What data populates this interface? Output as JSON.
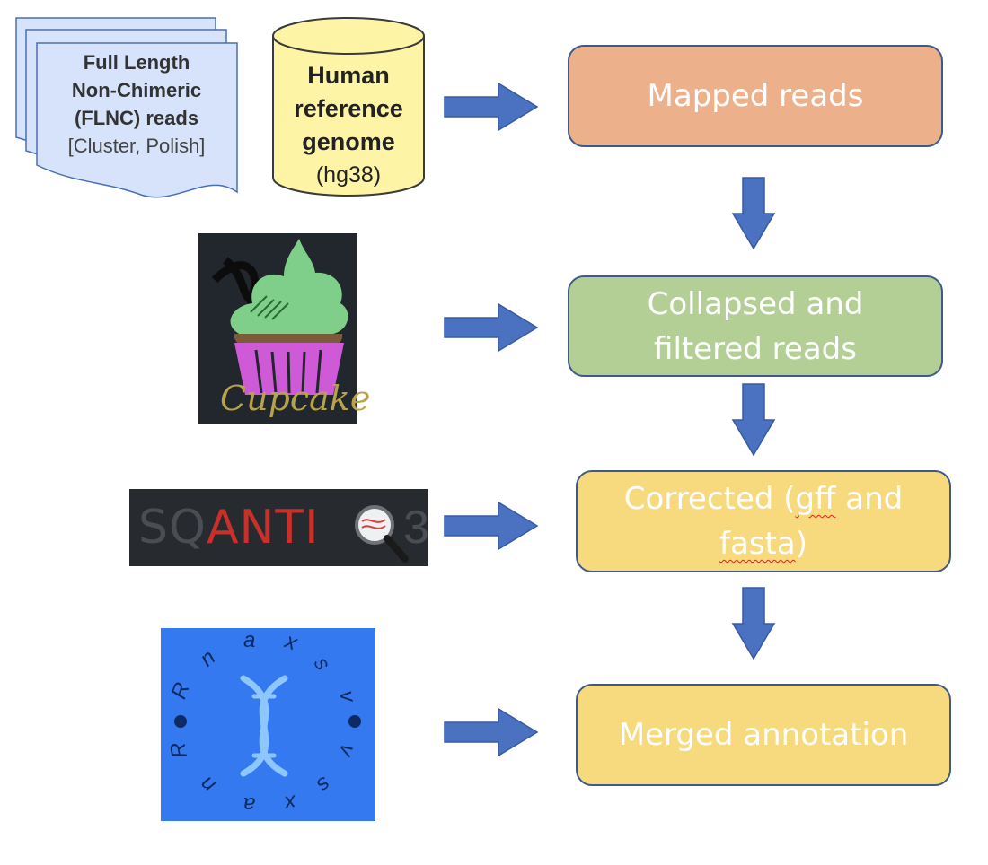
{
  "inputs": {
    "flnc": {
      "line1": "Full Length",
      "line2": "Non-Chimeric",
      "line3": "(FLNC) reads",
      "line4": "[Cluster, Polish]"
    },
    "reference": {
      "line1": "Human",
      "line2": "reference",
      "line3": "genome",
      "line4": "(hg38)"
    }
  },
  "steps": [
    {
      "lines": [
        "Mapped reads"
      ],
      "color": "#ecb08a"
    },
    {
      "lines": [
        "Collapsed and",
        "filtered reads"
      ],
      "color": "#b3cf95"
    },
    {
      "lines": [
        "Corrected (",
        "gff",
        " and",
        "fasta",
        ")"
      ],
      "color": "#f7da7e"
    },
    {
      "lines": [
        "Merged annotation"
      ],
      "color": "#f7da7e"
    }
  ],
  "logos": {
    "cupcake": {
      "text": "Cupcake"
    },
    "sqanti": {
      "text_a": "SQ",
      "text_b": "ANTI",
      "text_c": "3"
    },
    "rnaxs": {
      "letters": [
        "a",
        "x",
        "s",
        "v",
        "v",
        "s",
        "x",
        "a",
        "n",
        "R",
        "R",
        "n"
      ]
    }
  },
  "colors": {
    "arrow": "#4a72c0",
    "box_border": "#3f5a8a",
    "doc_fill": "#d7e3fb",
    "cylinder_fill": "#fdf4a6",
    "rnaxs_bg": "#3579f0"
  }
}
